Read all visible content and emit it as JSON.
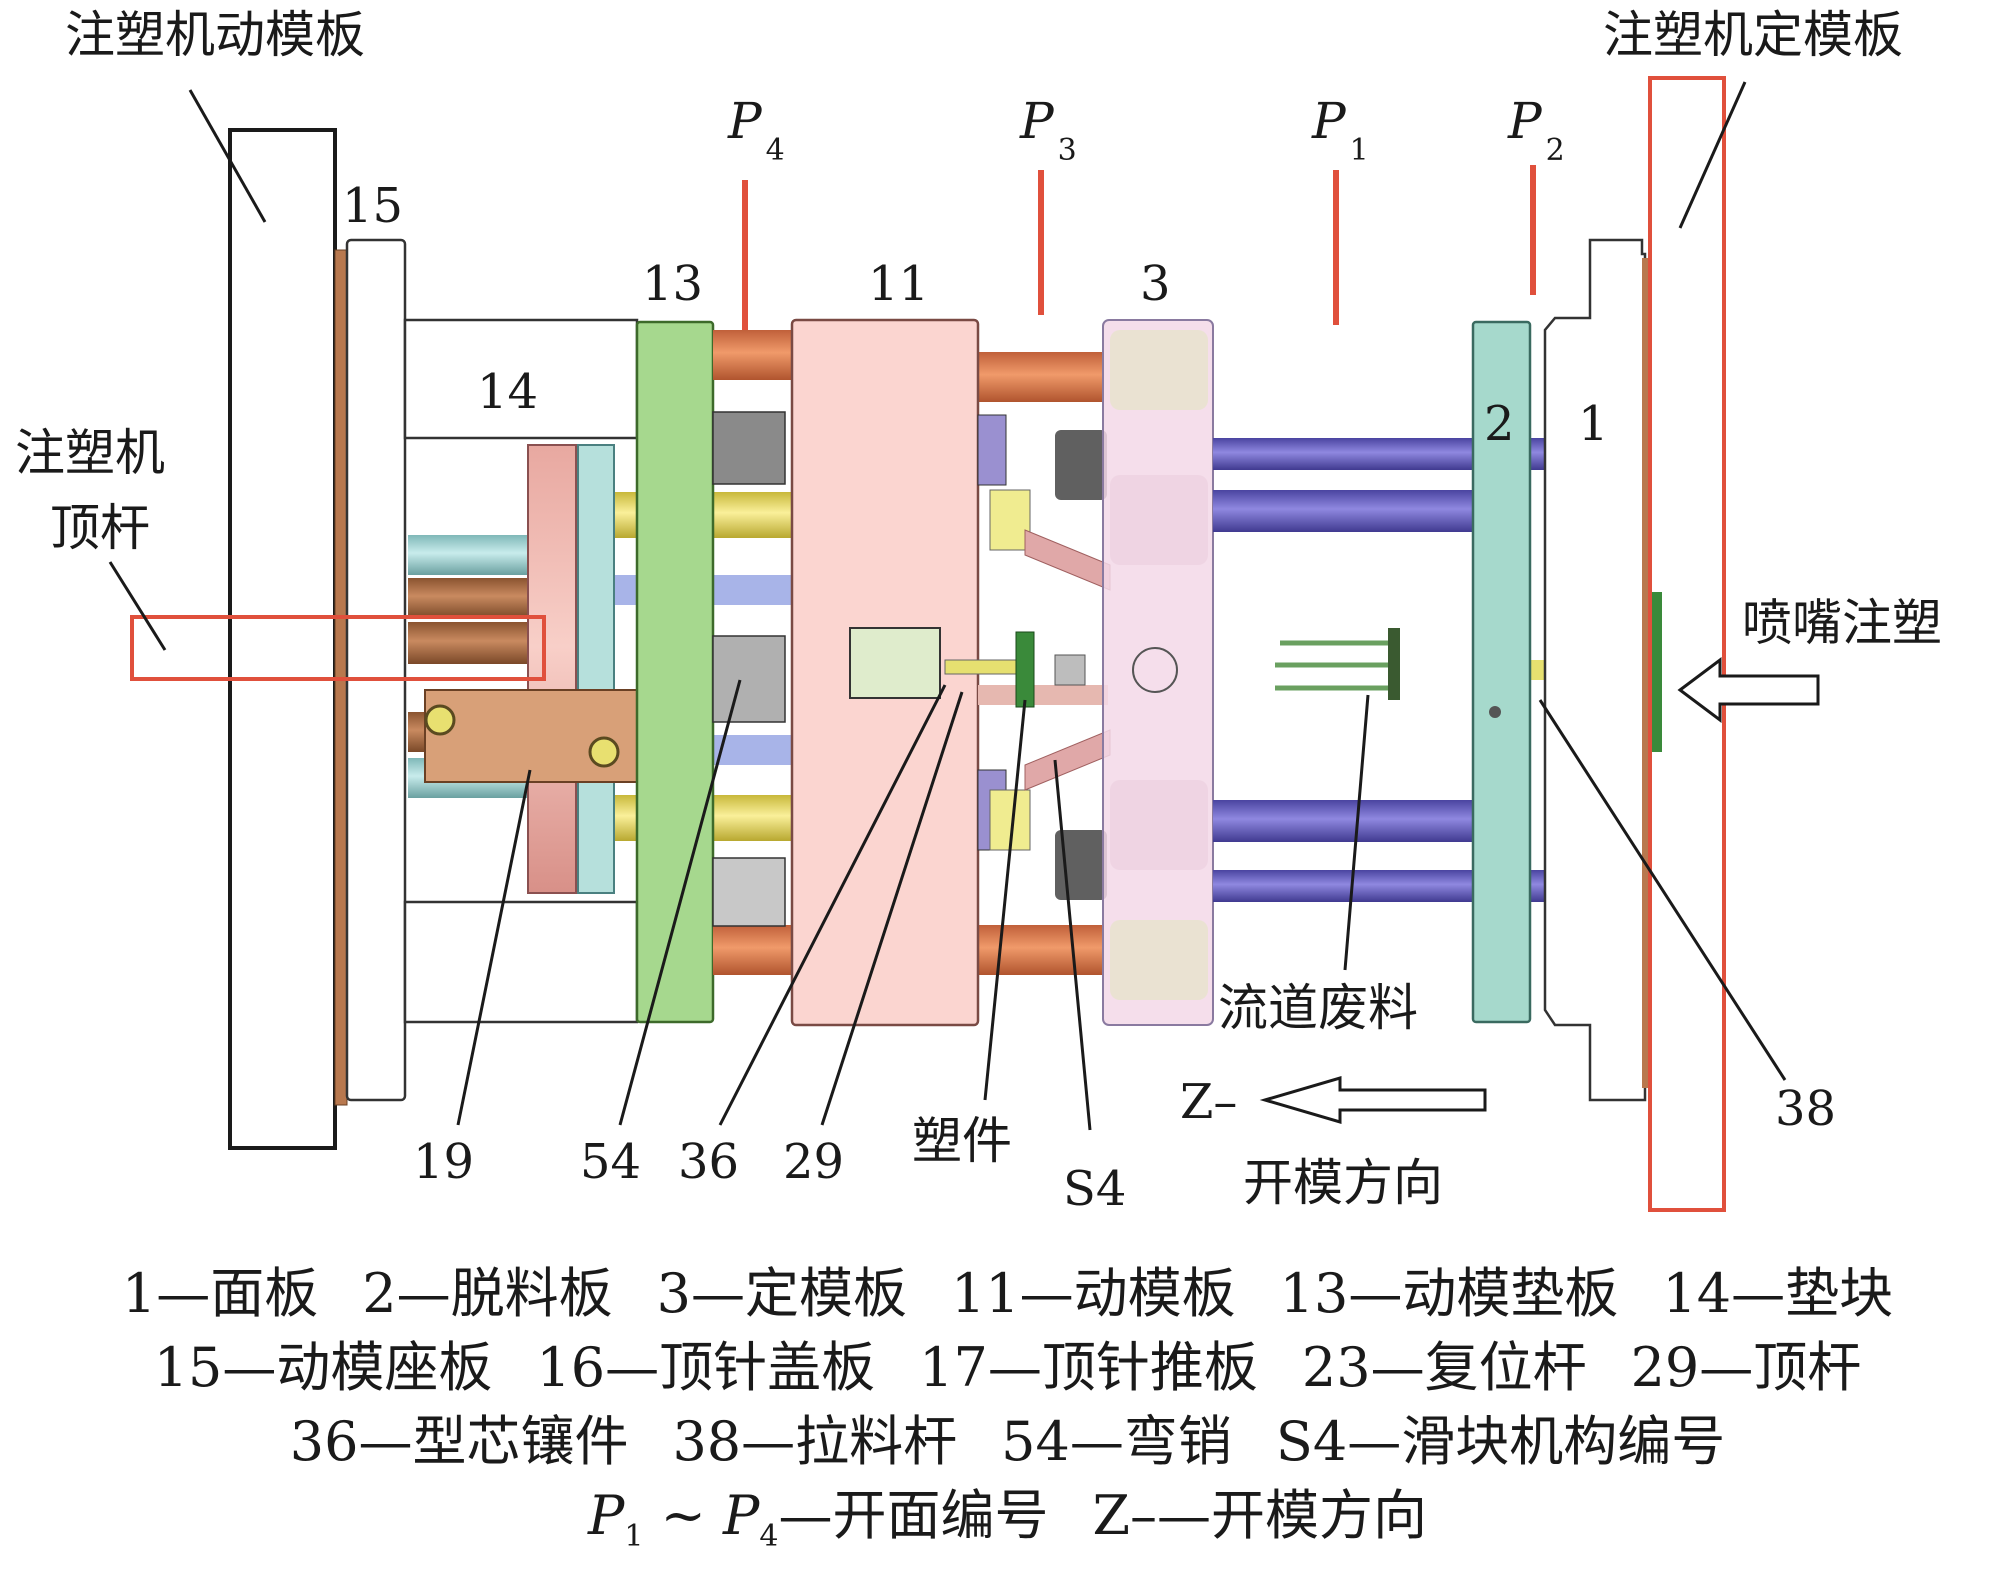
{
  "callouts": {
    "moving_platen": "注塑机动模板",
    "fixed_platen": "注塑机定模板",
    "ejector_rod_line1": "注塑机",
    "ejector_rod_line2": "顶杆",
    "nozzle": "喷嘴注塑",
    "runner_waste": "流道废料",
    "plastic_part": "塑件",
    "opening_direction": "开模方向",
    "z_minus": "Z–"
  },
  "parting_planes": [
    {
      "letter": "P",
      "sub": "4"
    },
    {
      "letter": "P",
      "sub": "3"
    },
    {
      "letter": "P",
      "sub": "1"
    },
    {
      "letter": "P",
      "sub": "2"
    }
  ],
  "part_numbers": {
    "n15": "15",
    "n13": "13",
    "n11": "11",
    "n3": "3",
    "n14": "14",
    "n2": "2",
    "n1": "1",
    "n19": "19",
    "n54": "54",
    "n36": "36",
    "n29": "29",
    "n38": "38",
    "s4": "S4"
  },
  "legend": {
    "row1": [
      "1—面板",
      "2—脱料板",
      "3—定模板",
      "11—动模板",
      "13—动模垫板",
      "14—垫块"
    ],
    "row2": [
      "15—动模座板",
      "16—顶针盖板",
      "17—顶针推板",
      "23—复位杆",
      "29—顶杆"
    ],
    "row3": [
      "36—型芯镶件",
      "38—拉料杆",
      "54—弯销",
      "S4—滑块机构编号"
    ],
    "row4": {
      "p1": "P",
      "s1": "1",
      "tilde": " ~ ",
      "p2": "P",
      "s2": "4",
      "text1": "—开面编号",
      "text2": "Z–—开模方向"
    }
  },
  "colors": {
    "red_marker": "#e0503c",
    "orange_rod": "#e08050",
    "green_plate": "#a6d88e",
    "pink_plate": "#fbd5d0",
    "teal_plate": "#a6d9cc",
    "purple_rod": "#6b64c0",
    "yellow_rod": "#ede066",
    "copper": "#b8784e"
  },
  "icons": {
    "direction_arrow": "left-arrow-outline",
    "nozzle_arrow": "left-arrow-outline"
  }
}
